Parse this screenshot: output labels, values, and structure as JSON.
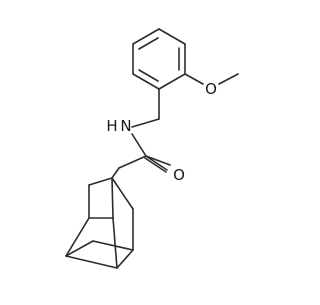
{
  "molecule": {
    "atom_labels": {
      "oxygen_methoxy": "O",
      "nitrogen_amide": "N",
      "hydrogen_amide": "H",
      "oxygen_carbonyl": "O"
    }
  }
}
